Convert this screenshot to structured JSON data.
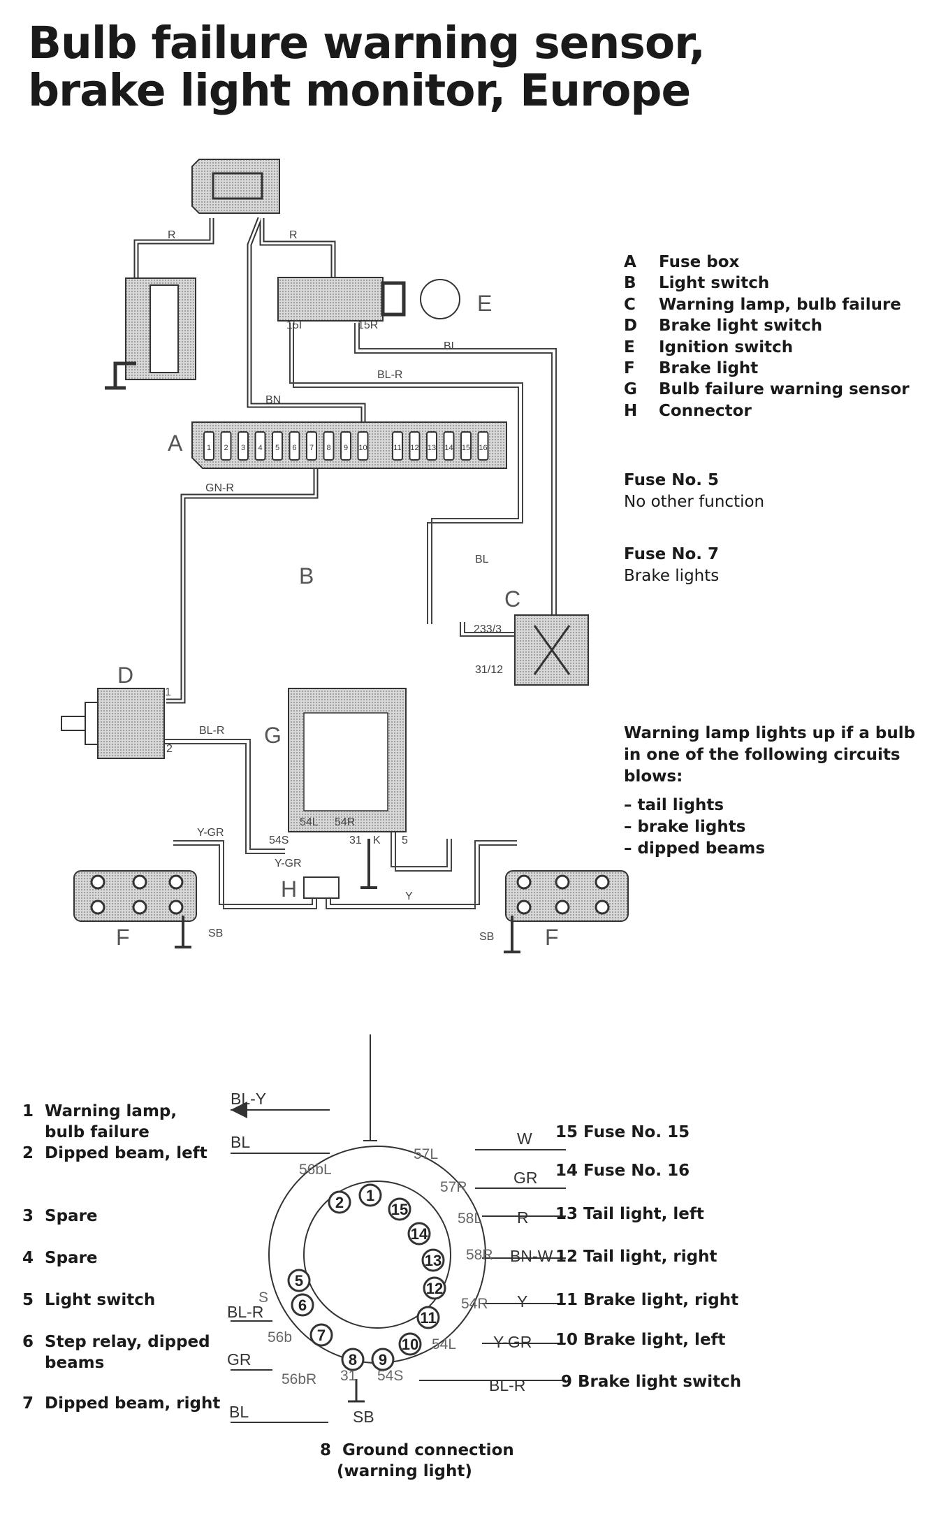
{
  "title": {
    "line1": "Bulb failure warning sensor,",
    "line2": "brake light monitor, Europe"
  },
  "legend": [
    {
      "key": "A",
      "label": "Fuse box"
    },
    {
      "key": "B",
      "label": "Light switch"
    },
    {
      "key": "C",
      "label": "Warning lamp, bulb failure"
    },
    {
      "key": "D",
      "label": "Brake light switch"
    },
    {
      "key": "E",
      "label": "Ignition switch"
    },
    {
      "key": "F",
      "label": "Brake light"
    },
    {
      "key": "G",
      "label": "Bulb failure warning sensor"
    },
    {
      "key": "H",
      "label": "Connector"
    }
  ],
  "fuse5": {
    "head": "Fuse No. 5",
    "text": "No other function"
  },
  "fuse7": {
    "head": "Fuse No. 7",
    "text": "Brake lights"
  },
  "warning": {
    "line1": "Warning lamp lights up if a bulb",
    "line2": "in one of the following circuits blows:",
    "items": [
      "– tail lights",
      "– brake lights",
      "– dipped beams"
    ]
  },
  "diagram": {
    "letters": {
      "A": "A",
      "B": "B",
      "C": "C",
      "D": "D",
      "E": "E",
      "F": "F",
      "G": "G",
      "H": "H"
    },
    "wires": {
      "R": "R",
      "BN": "BN",
      "BLR": "BL-R",
      "BL": "BL",
      "GNR": "GN-R",
      "YGR": "Y-GR",
      "Y": "Y",
      "SB": "SB",
      "BLY": "BL-Y"
    },
    "terms": {
      "t15l": "15I",
      "t15r": "15R",
      "t233": "233/3",
      "t31_12": "31/12",
      "t54s": "54S",
      "t54l": "54L",
      "t54r": "54R",
      "t31": "31",
      "tk": "K",
      "t5": "5",
      "d1": "1",
      "d2": "2"
    },
    "fuses": [
      "1",
      "2",
      "3",
      "4",
      "5",
      "6",
      "7",
      "8",
      "9",
      "10",
      "11",
      "12",
      "13",
      "14",
      "15",
      "16"
    ]
  },
  "pins_left": [
    {
      "num": "1",
      "label": "Warning lamp,",
      "label2": "bulb failure"
    },
    {
      "num": "2",
      "label": "Dipped beam, left"
    },
    {
      "num": "3",
      "label": "Spare"
    },
    {
      "num": "4",
      "label": "Spare"
    },
    {
      "num": "5",
      "label": "Light switch"
    },
    {
      "num": "6",
      "label": "Step relay, dipped",
      "label2": "beams"
    },
    {
      "num": "7",
      "label": "Dipped beam, right"
    }
  ],
  "pin_bottom": {
    "num": "8",
    "label": "Ground connection",
    "label2": "(warning light)"
  },
  "pins_right": [
    {
      "num": "15",
      "label": "Fuse No. 15"
    },
    {
      "num": "14",
      "label": "Fuse No. 16"
    },
    {
      "num": "13",
      "label": "Tail light, left"
    },
    {
      "num": "12",
      "label": "Tail light, right"
    },
    {
      "num": "11",
      "label": "Brake light, right"
    },
    {
      "num": "10",
      "label": "Brake light, left"
    },
    {
      "num": "9",
      "label": "Brake light switch"
    }
  ],
  "connector": {
    "wires_left": [
      "BL-Y",
      "BL",
      "BL-R",
      "GR",
      "BL"
    ],
    "wires_right": [
      "W",
      "GR",
      "R",
      "BN-W",
      "Y",
      "Y-GR",
      "BL-R"
    ],
    "codes": [
      "56bL",
      "57L",
      "57R",
      "58L",
      "58R",
      "54R",
      "54L",
      "54S",
      "31",
      "56bR",
      "56b",
      "S"
    ],
    "ground": "SB",
    "circle_nums": [
      "1",
      "2",
      "5",
      "6",
      "7",
      "8",
      "9",
      "10",
      "11",
      "12",
      "13",
      "14",
      "15"
    ]
  }
}
